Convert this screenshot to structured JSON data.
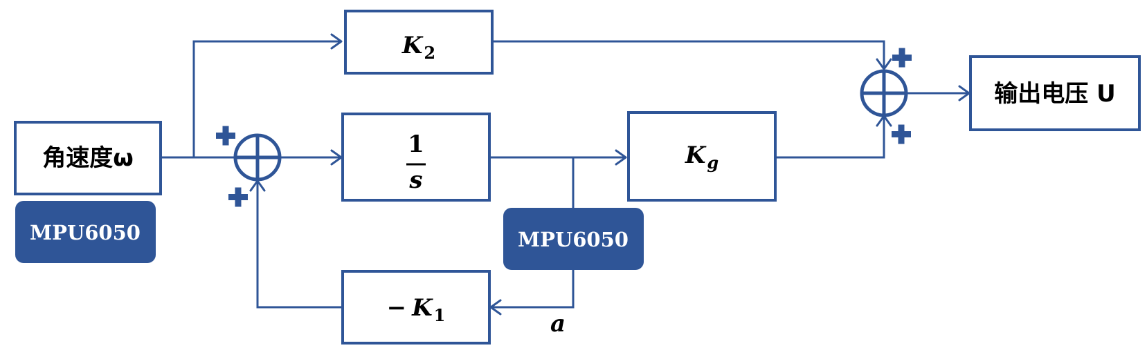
{
  "blocks": {
    "angular_velocity": "角速度ω",
    "k2_main": "K",
    "k2_sub": "2",
    "integrator_num": "1",
    "integrator_den": "s",
    "kg_main": "K",
    "kg_sub": "g",
    "k1_sign": "−",
    "k1_main": "K",
    "k1_sub": "1",
    "output": "输出电压 U"
  },
  "sensors": {
    "left": "MPU6050",
    "center": "MPU6050"
  },
  "signals": {
    "a": "a"
  },
  "colors": {
    "accent": "#2F5597"
  }
}
